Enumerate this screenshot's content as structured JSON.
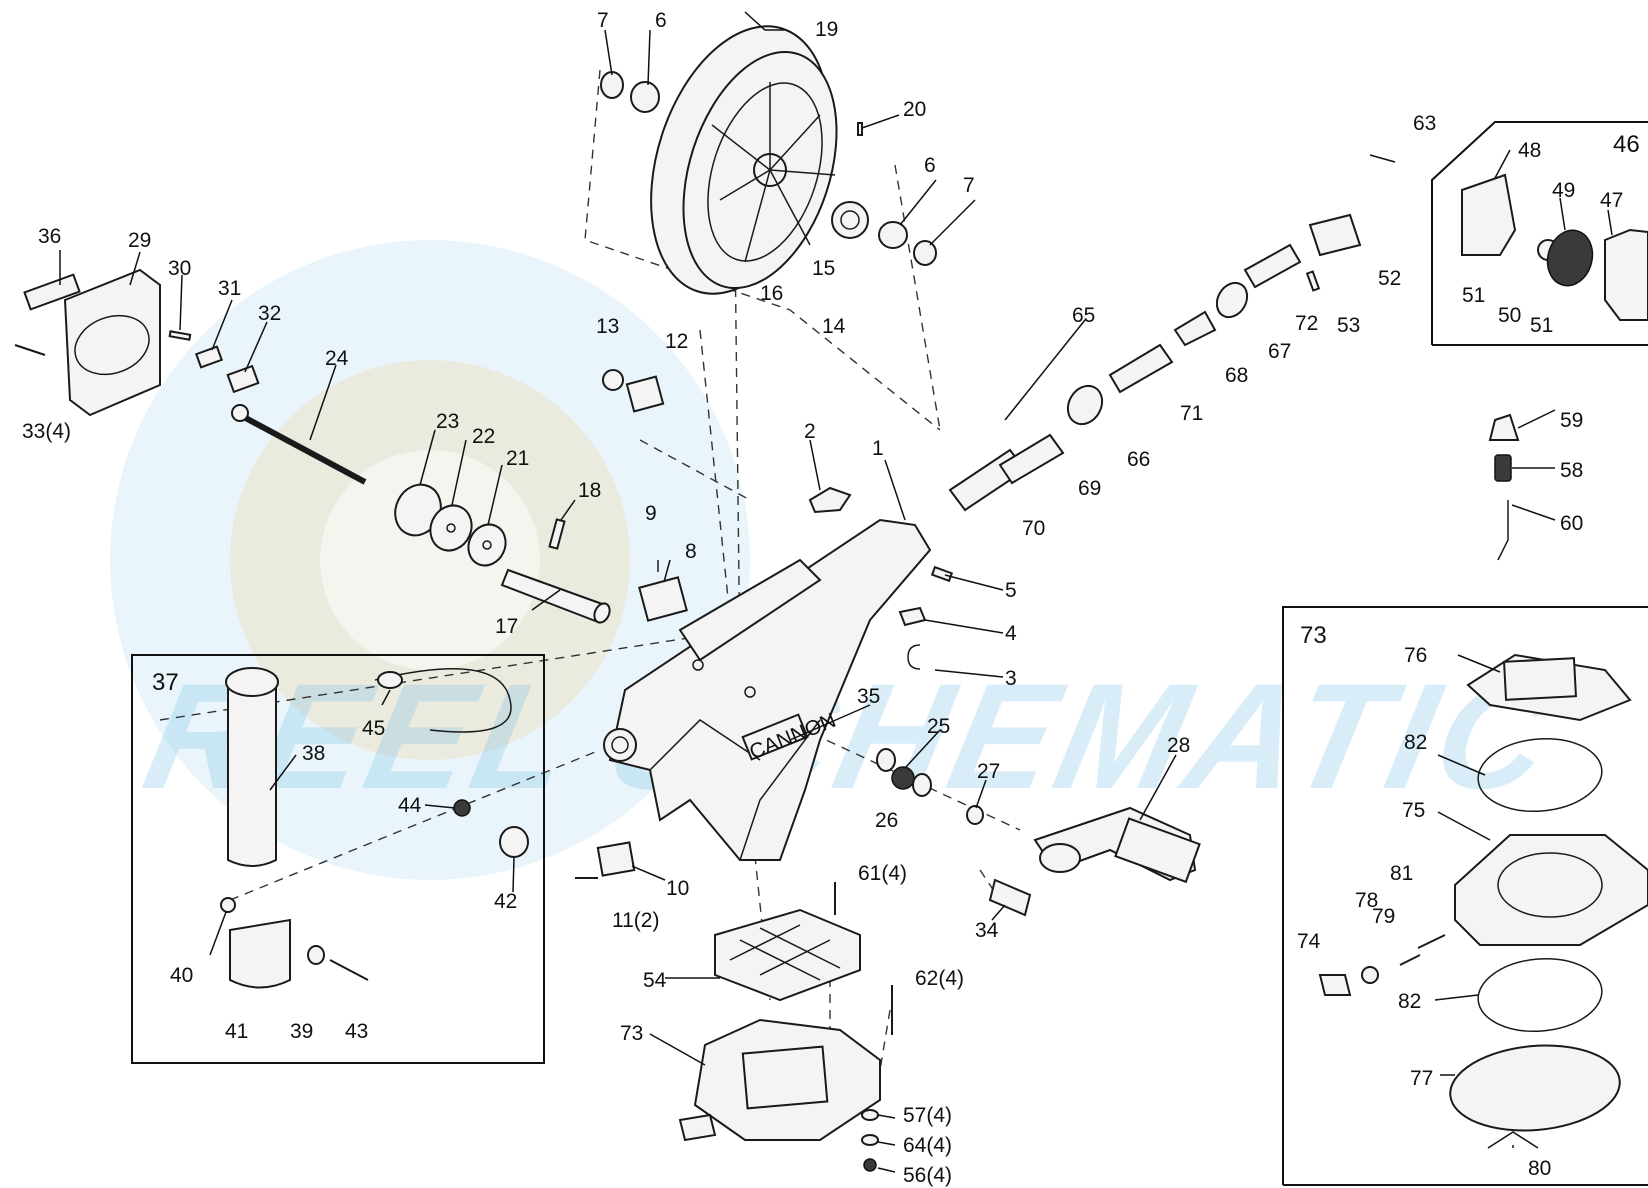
{
  "watermark": {
    "text": "REEL SCHEMATIC"
  },
  "boxes": {
    "left_box": "37",
    "right_top_box": "46",
    "right_bottom_box": "73"
  },
  "callouts": {
    "c1": "1",
    "c2": "2",
    "c3": "3",
    "c4": "4",
    "c5": "5",
    "c6a": "6",
    "c6b": "6",
    "c7a": "7",
    "c7b": "7",
    "c8": "8",
    "c9": "9",
    "c10": "10",
    "c11": "11(2)",
    "c12": "12",
    "c13": "13",
    "c14": "14",
    "c15": "15",
    "c16": "16",
    "c17": "17",
    "c18": "18",
    "c19": "19",
    "c20": "20",
    "c21": "21",
    "c22": "22",
    "c23": "23",
    "c24": "24",
    "c25": "25",
    "c26": "26",
    "c27": "27",
    "c28": "28",
    "c29": "29",
    "c30": "30",
    "c31": "31",
    "c32": "32",
    "c33": "33(4)",
    "c34": "34",
    "c35": "35",
    "c36": "36",
    "c38": "38",
    "c39": "39",
    "c40": "40",
    "c41": "41",
    "c42": "42",
    "c43": "43",
    "c44": "44",
    "c45": "45",
    "c47": "47",
    "c48": "48",
    "c49": "49",
    "c50": "50",
    "c51a": "51",
    "c51b": "51",
    "c52": "52",
    "c53": "53",
    "c54": "54",
    "c56": "56(4)",
    "c57": "57(4)",
    "c58": "58",
    "c59": "59",
    "c60": "60",
    "c61": "61(4)",
    "c62": "62(4)",
    "c63": "63",
    "c64": "64(4)",
    "c65": "65",
    "c66": "66",
    "c67": "67",
    "c68": "68",
    "c69": "69",
    "c70": "70",
    "c71": "71",
    "c72": "72",
    "c73": "73",
    "c74": "74",
    "c75": "75",
    "c76": "76",
    "c77": "77",
    "c78": "78",
    "c79": "79",
    "c80": "80",
    "c81": "81",
    "c82a": "82",
    "c82b": "82"
  },
  "body_brand": "CANNON",
  "colors": {
    "line": "#1a1a1a",
    "watermark_blue": "#78bee6",
    "watermark_orange": "#f5a623"
  }
}
